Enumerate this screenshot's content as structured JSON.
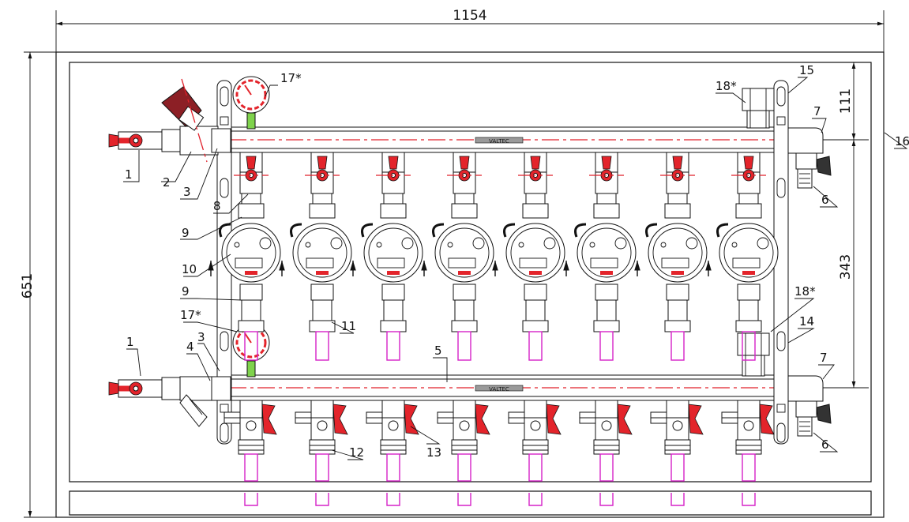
{
  "dimensions": {
    "width_label": "1154",
    "height_label": "651",
    "top_gap_label": "111",
    "pipe_spacing_label": "343"
  },
  "manifold_brand": "VALTEC",
  "circuits": 8,
  "callouts": {
    "c1_top": "1",
    "c2": "2",
    "c3_top": "3",
    "c8": "8",
    "c9_a": "9",
    "c10": "10",
    "c9_b": "9",
    "c17_top": "17*",
    "c17_bot": "17*",
    "c1_bot": "1",
    "c4": "4",
    "c3_bot": "3",
    "c5": "5",
    "c11": "11",
    "c12": "12",
    "c13": "13",
    "c18_top": "18*",
    "c15": "15",
    "c7_top": "7",
    "c6_top": "6",
    "c16": "16",
    "c18_bot": "18*",
    "c14": "14",
    "c7_bot": "7",
    "c6_bot": "6"
  },
  "colors": {
    "valve_red": "#e3242b",
    "centerline_red": "#e0202a",
    "pipe_magenta": "#d622c8",
    "fitting_green": "#7fd24c",
    "line": "#111111"
  }
}
